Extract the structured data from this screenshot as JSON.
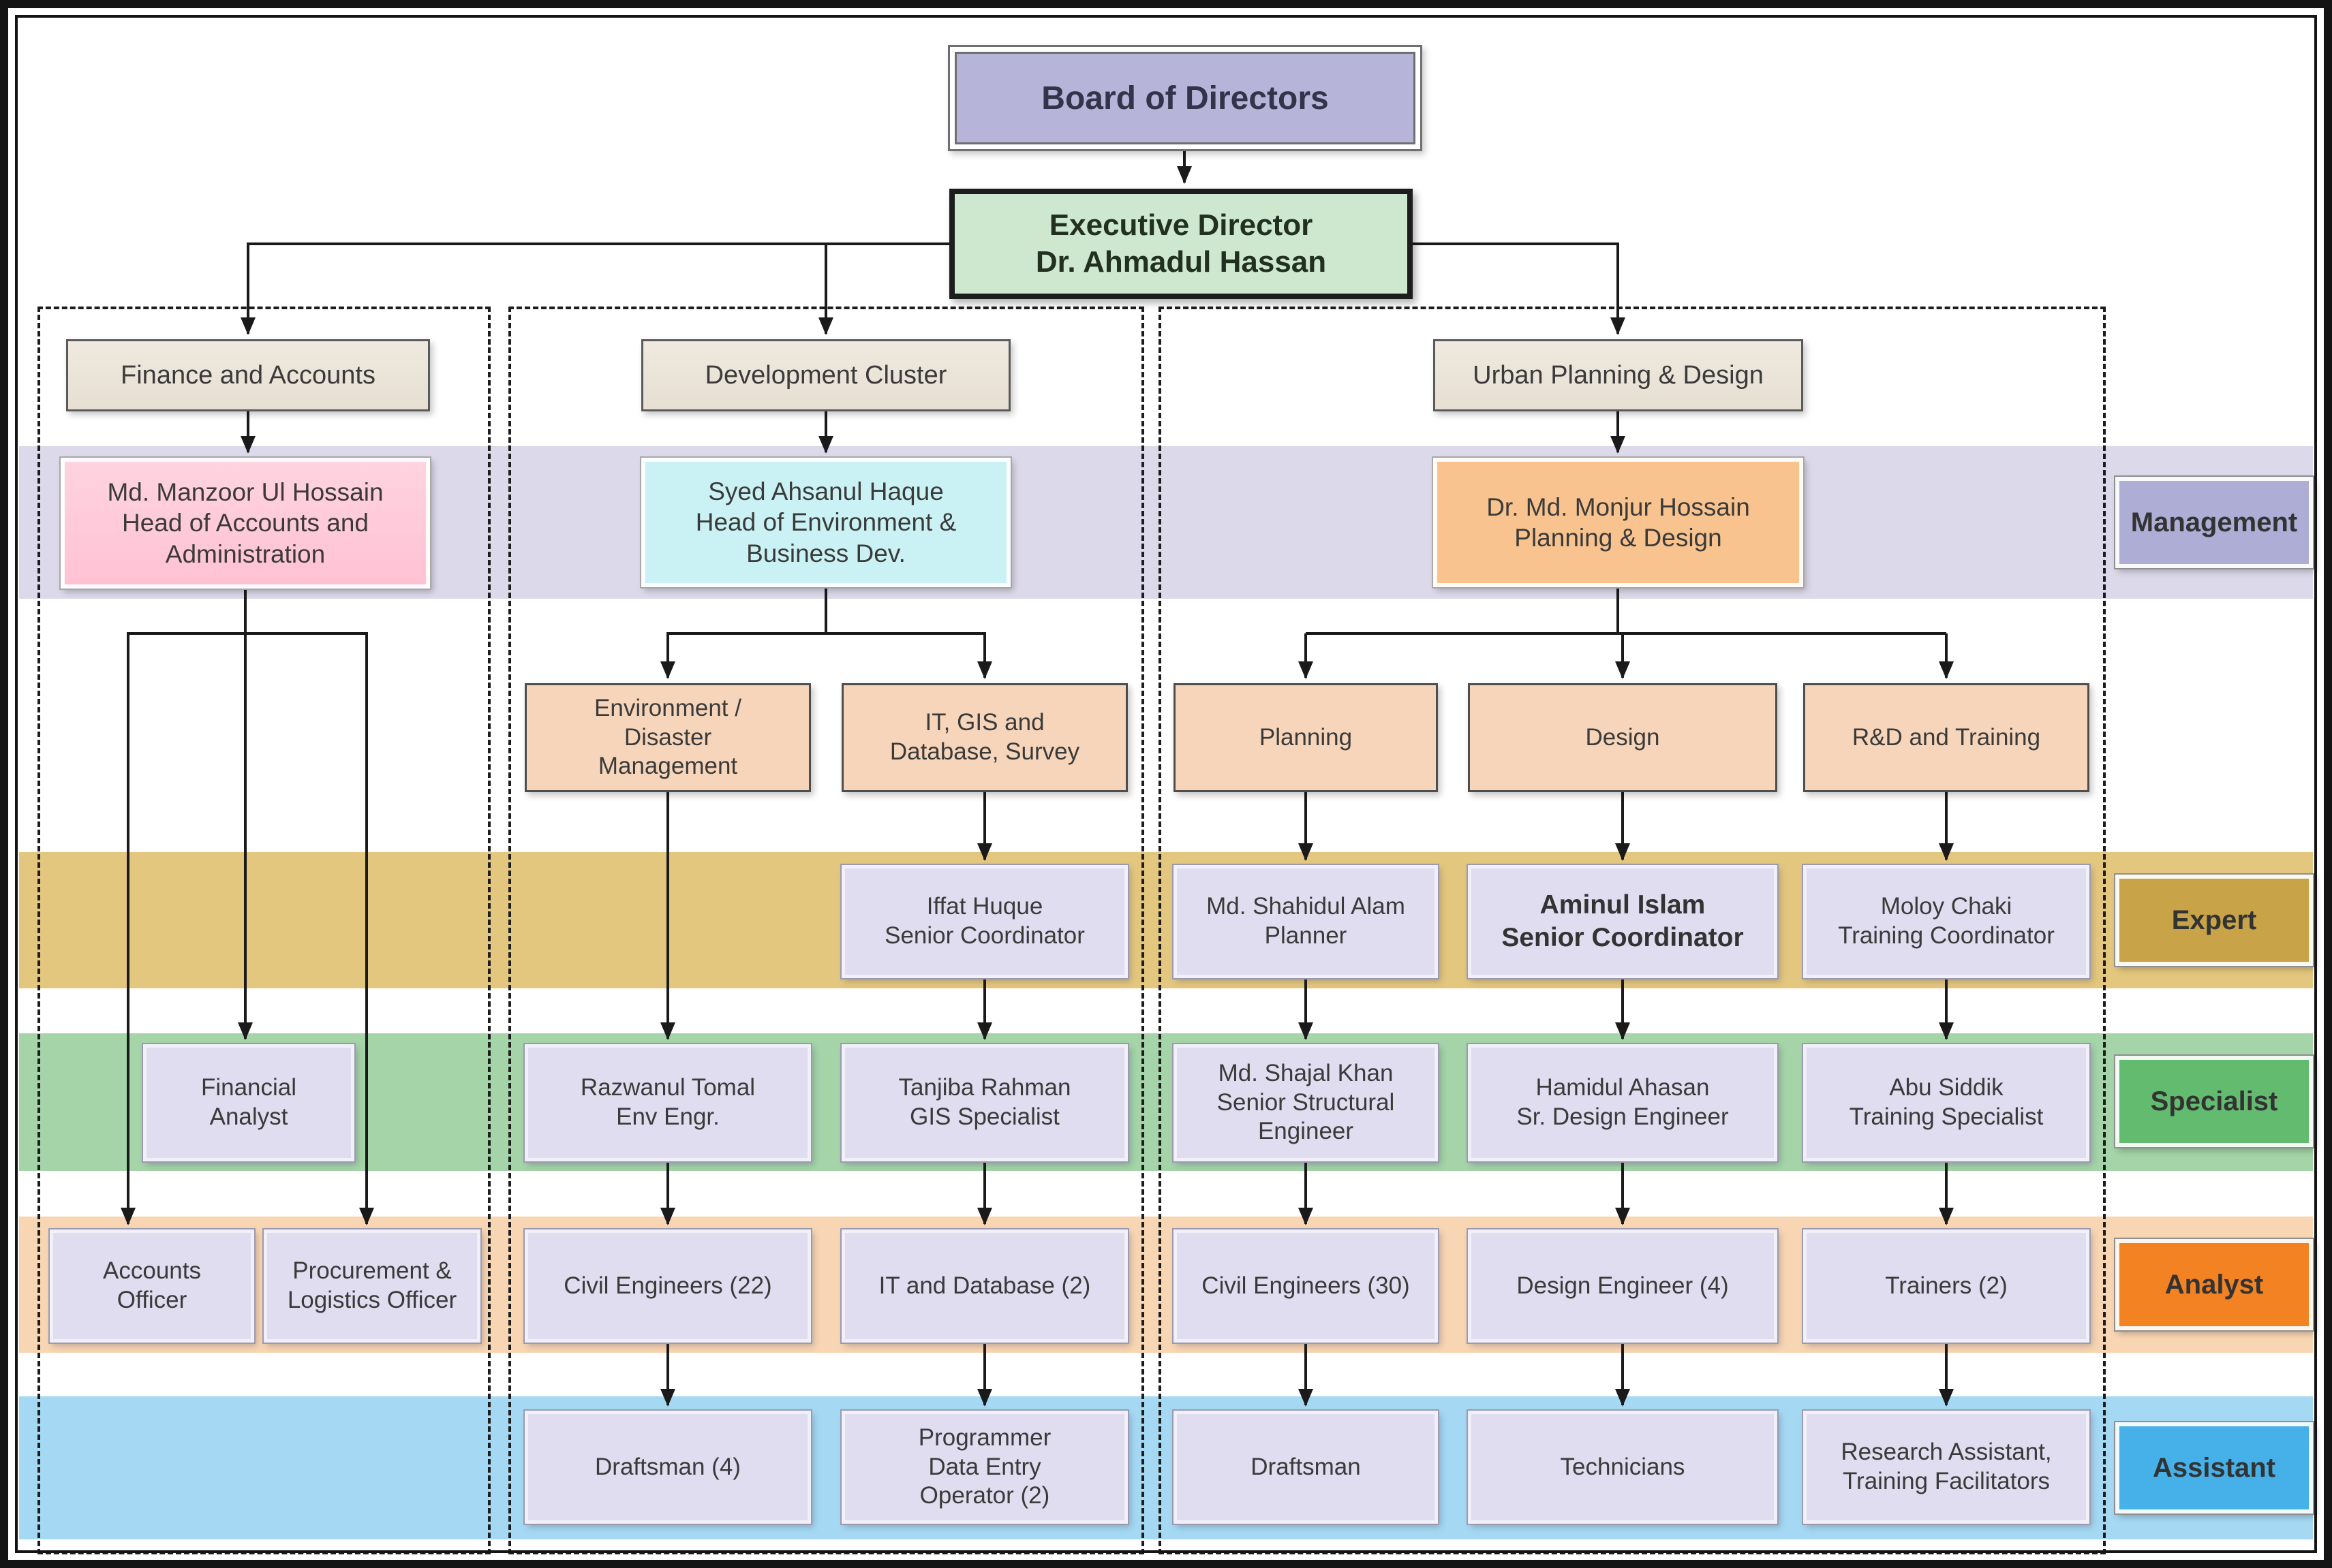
{
  "board": {
    "label": "Board of Directors"
  },
  "executive": {
    "label": "Executive Director\nDr. Ahmadul Hassan"
  },
  "tiers": {
    "management": "Management",
    "expert": "Expert",
    "specialist": "Specialist",
    "analyst": "Analyst",
    "assistant": "Assistant"
  },
  "finance": {
    "header": "Finance and Accounts",
    "head": "Md. Manzoor Ul Hossain\nHead of Accounts and\nAdministration",
    "financial_analyst": "Financial\nAnalyst",
    "accounts_officer": "Accounts\nOfficer",
    "procurement_officer": "Procurement &\nLogistics Officer"
  },
  "development": {
    "header": "Development Cluster",
    "head": "Syed Ahsanul Haque\nHead of Environment &\nBusiness Dev.",
    "env_branch": "Environment /\nDisaster\nManagement",
    "it_branch": "IT, GIS and\nDatabase, Survey",
    "senior_coordinator": "Iffat Huque\nSenior Coordinator",
    "env_engineer": "Razwanul Tomal\nEnv Engr.",
    "gis_specialist": "Tanjiba Rahman\nGIS Specialist",
    "civil_engineers": "Civil Engineers (22)",
    "it_database": "IT and Database (2)",
    "draftsman": "Draftsman (4)",
    "programmer": "Programmer\nData Entry\nOperator (2)"
  },
  "urban": {
    "header": "Urban Planning & Design",
    "head": "Dr. Md. Monjur Hossain\nPlanning & Design",
    "planning_branch": "Planning",
    "design_branch": "Design",
    "rd_branch": "R&D and Training",
    "planner": "Md. Shahidul Alam\nPlanner",
    "senior_coordinator": "Aminul Islam\nSenior Coordinator",
    "training_coordinator": "Moloy Chaki\nTraining Coordinator",
    "structural_engineer": "Md. Shajal Khan\nSenior Structural\nEngineer",
    "design_engineer_sr": "Hamidul Ahasan\nSr. Design Engineer",
    "training_specialist": "Abu Siddik\nTraining Specialist",
    "civil_engineers": "Civil Engineers (30)",
    "design_engineer": "Design Engineer (4)",
    "trainers": "Trainers (2)",
    "draftsman": "Draftsman",
    "technicians": "Technicians",
    "research_assistant": "Research Assistant,\nTraining Facilitators"
  },
  "colors": {
    "band-management": "#dcd9ea",
    "band-expert": "#e4c77e",
    "band-specialist": "#a4d4a8",
    "band-analyst": "#f8d6b3",
    "band-assistant": "#a5d9f3",
    "label-management": "#aeadd6",
    "label-expert": "#c8a348",
    "label-specialist": "#62bb6e",
    "label-analyst": "#f28222",
    "label-assistant": "#45b1e8",
    "node-lavender": "#dfddef",
    "node-pink": "#ffd3e0",
    "node-cyan": "#caf2f4",
    "node-orange": "#f8c38e",
    "node-peach": "#f6d5ba",
    "node-header": "#efe9df",
    "node-board": "#b6b4d8",
    "node-exec": "#cde8cf",
    "line": "#1a1a1a"
  }
}
